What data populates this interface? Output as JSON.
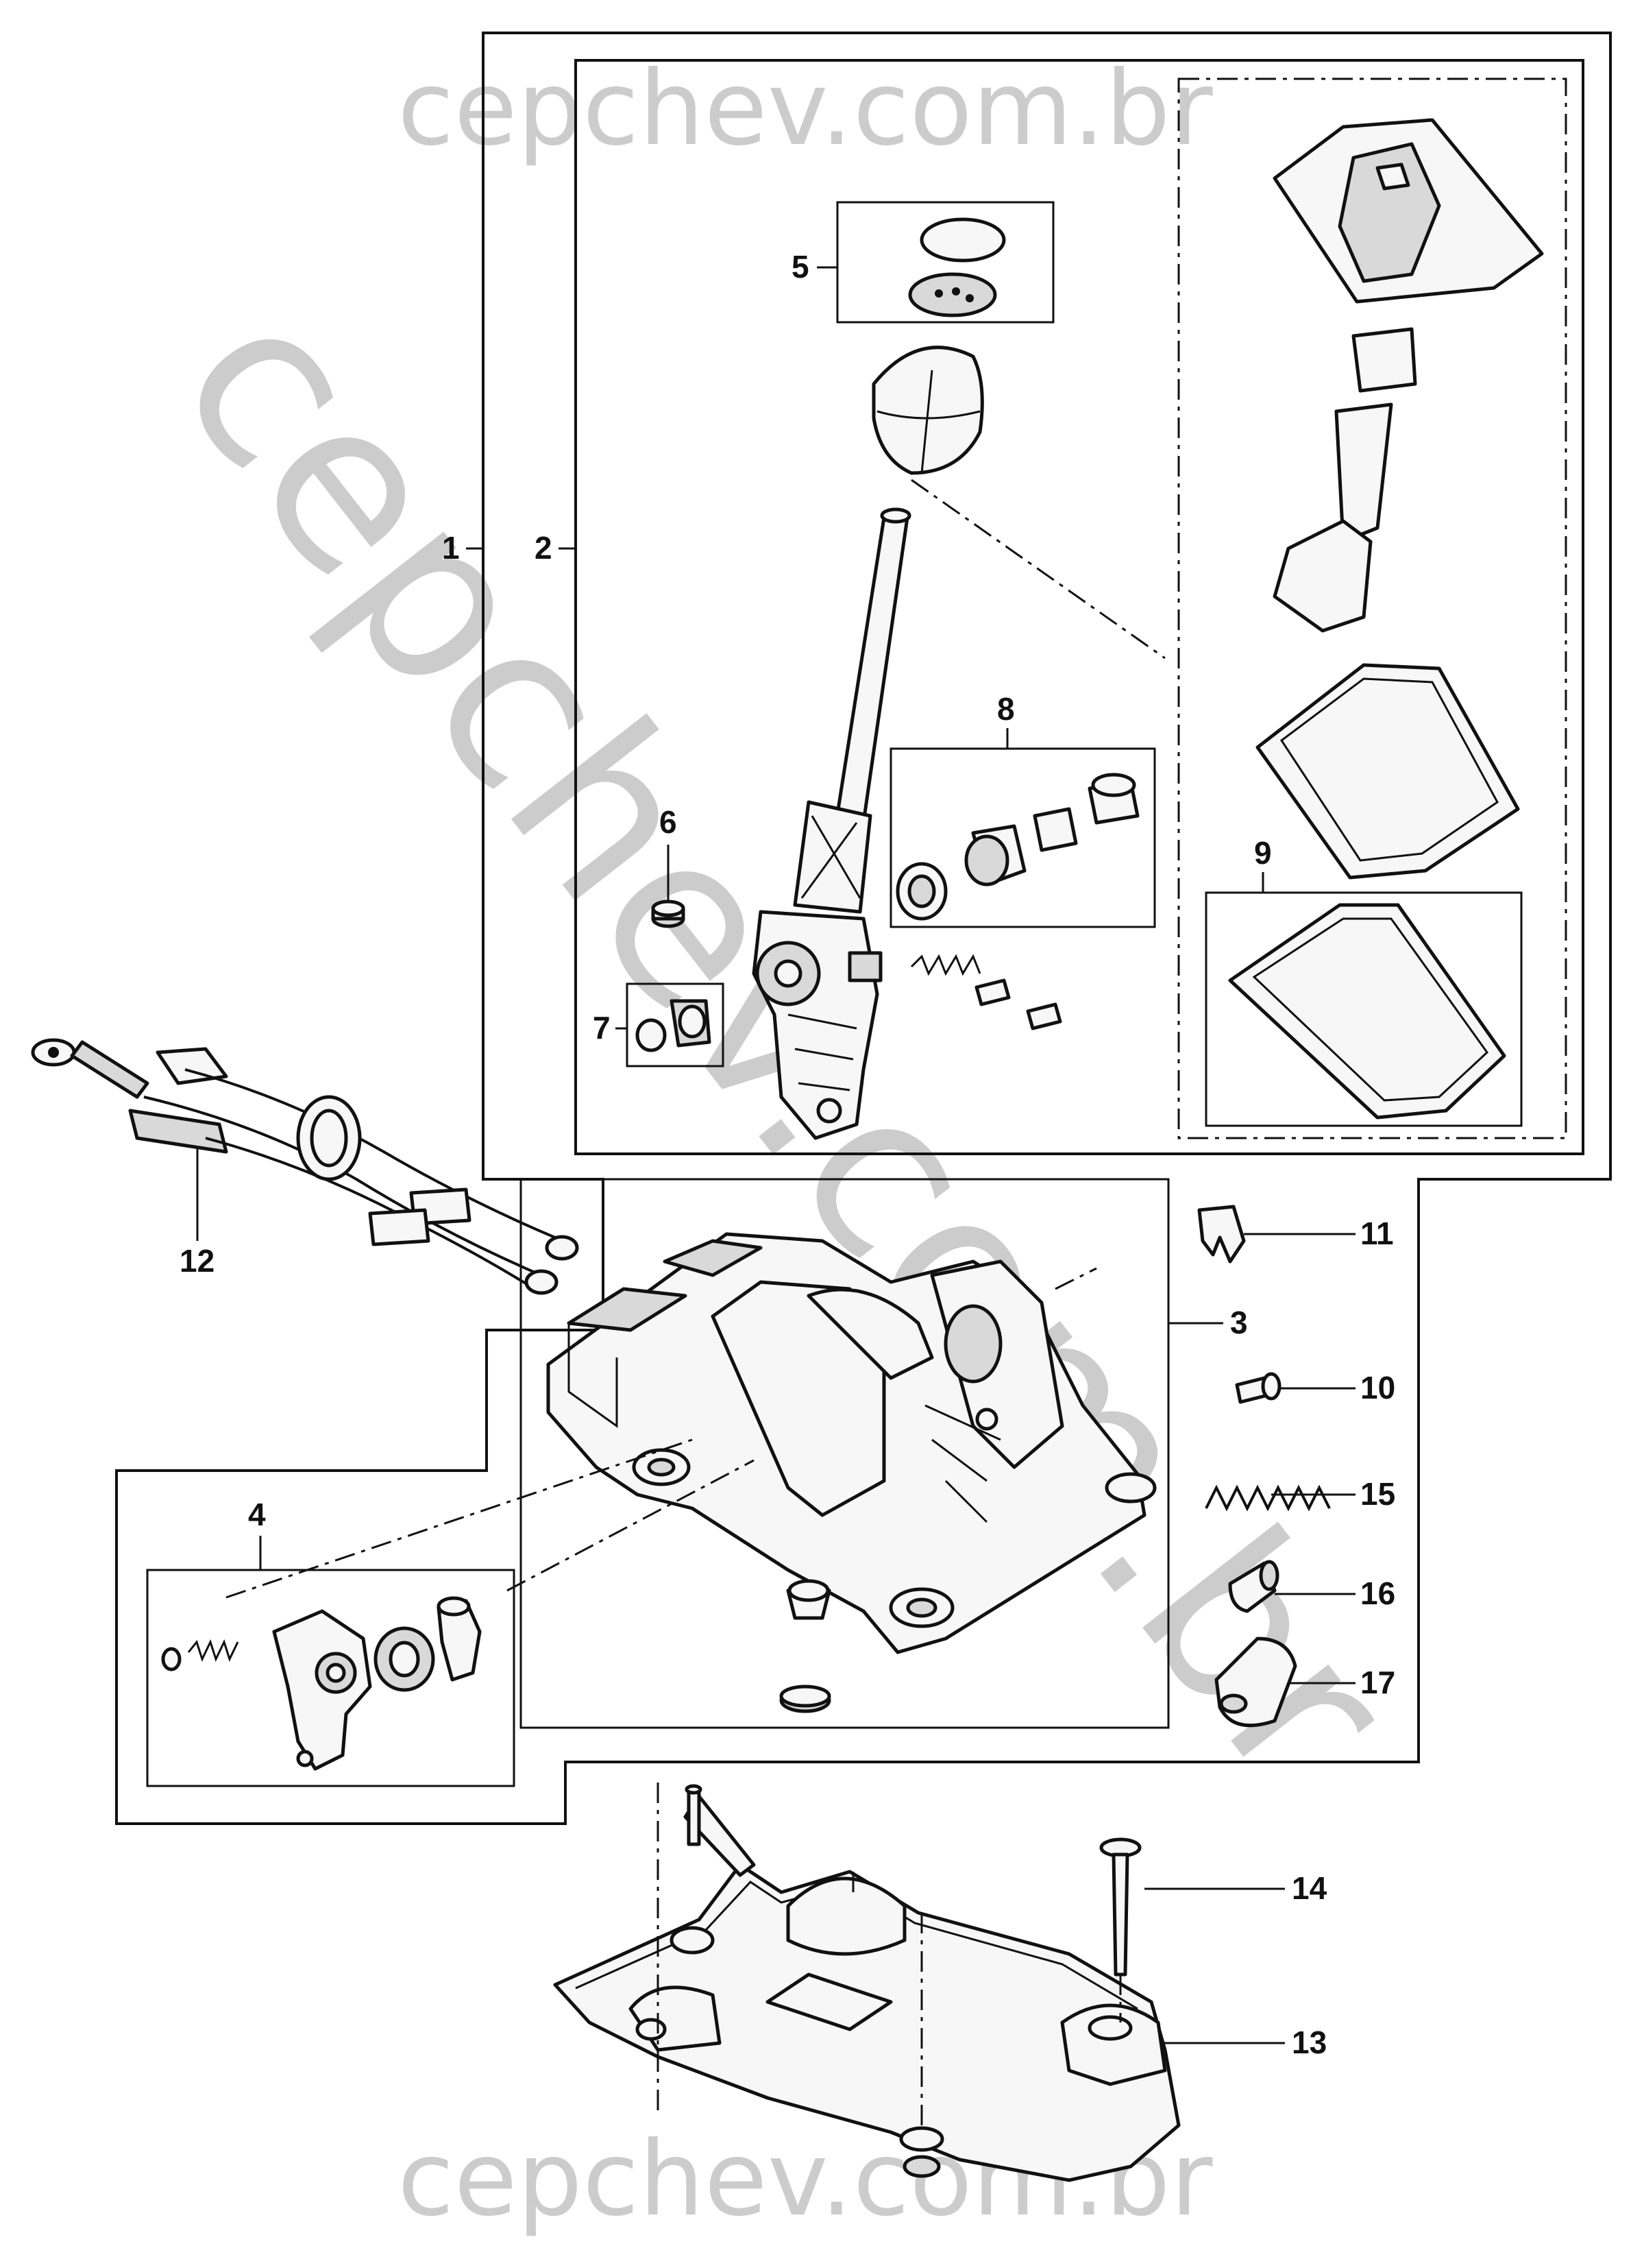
{
  "diagram": {
    "watermark_text": "cepchev.com.br",
    "watermark_diagonal": "cepchev.com.br",
    "callouts": [
      "1",
      "2",
      "3",
      "4",
      "5",
      "6",
      "7",
      "8",
      "9",
      "10",
      "11",
      "12",
      "13",
      "14",
      "15",
      "16",
      "17"
    ],
    "colors": {
      "line": "#111111",
      "watermark": "#cccccc",
      "background": "#ffffff"
    }
  }
}
